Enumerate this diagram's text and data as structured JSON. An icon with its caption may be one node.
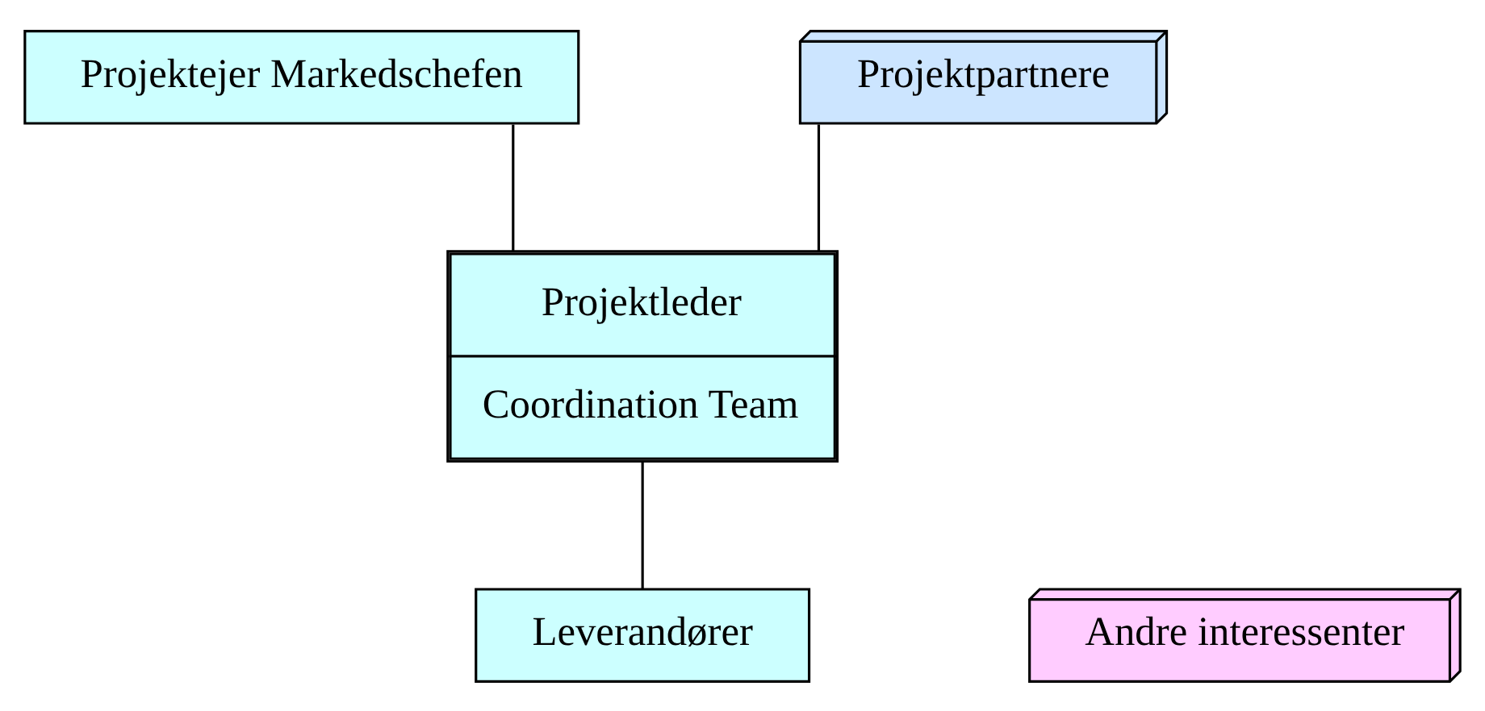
{
  "diagram": {
    "nodes": [
      {
        "text": [
          "Projektejer Markedschefen"
        ]
      },
      {
        "text": [
          "Projektpartnere"
        ]
      },
      {
        "text": [
          "Projektleder",
          "Coordination Team"
        ]
      },
      {
        "text": [
          "Leverandører"
        ]
      },
      {
        "text": [
          "Andre interessenter"
        ]
      }
    ],
    "edges": [
      {
        "from": 0,
        "to": 2,
        "arrow": "none"
      },
      {
        "from": 1,
        "to": 2,
        "arrow": "none"
      },
      {
        "from": 2,
        "to": 3,
        "arrow": "none"
      }
    ]
  }
}
